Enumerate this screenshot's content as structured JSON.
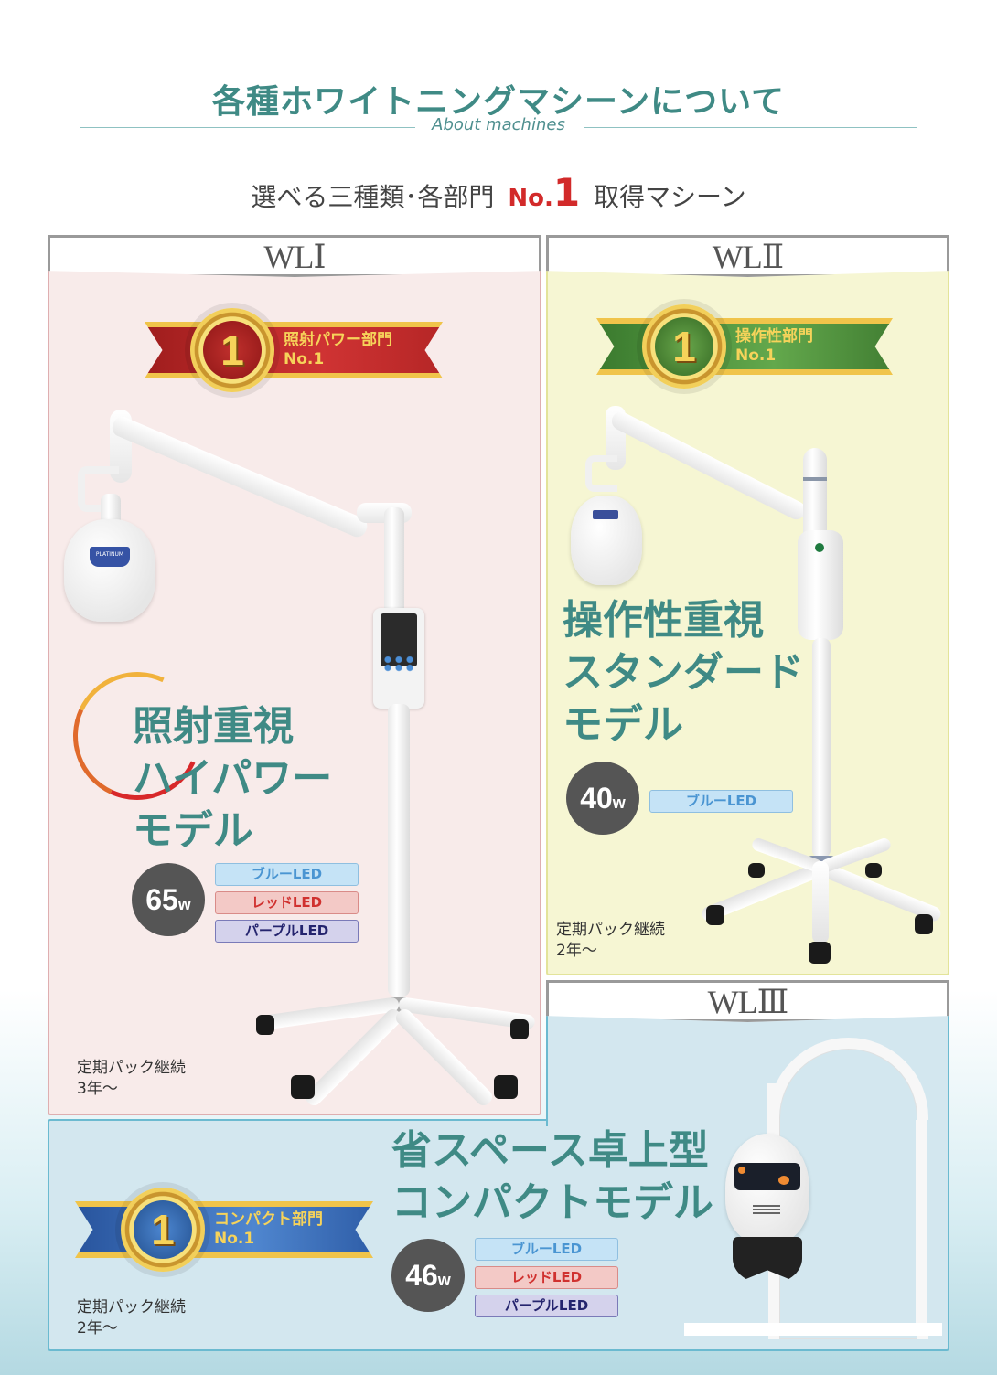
{
  "header": {
    "title": "各種ホワイトニングマシーンについて",
    "subtitle": "About machines",
    "tagline_prefix": "選べる三種類･各部門",
    "tagline_no": "No.",
    "tagline_one": "1",
    "tagline_suffix": "取得マシーン"
  },
  "colors": {
    "title_teal": "#3f8a85",
    "no1_red": "#d22a2a",
    "panel_wl1_bg": "#f8ebea",
    "panel_wl2_bg": "#f6f6d3",
    "panel_wl3_bg": "#d3e7ef"
  },
  "machines": [
    {
      "model": "WLⅠ",
      "badge_icon": "1",
      "badge_line1": "照射パワー部門",
      "badge_line2": "No.1",
      "badge_color": "red",
      "catch_lines": [
        "照射重視",
        "ハイパワー",
        "モデル"
      ],
      "watt_value": "65",
      "watt_unit": "w",
      "leds": [
        "ブルーLED",
        "レッドLED",
        "パープルLED"
      ],
      "contract_line1": "定期パック継続",
      "contract_line2": "3年～",
      "lamp_label": "PLATINUM"
    },
    {
      "model": "WLⅡ",
      "badge_icon": "1",
      "badge_line1": "操作性部門",
      "badge_line2": "No.1",
      "badge_color": "green",
      "catch_lines": [
        "操作性重視",
        "スタンダード",
        "モデル"
      ],
      "watt_value": "40",
      "watt_unit": "w",
      "leds": [
        "ブルーLED"
      ],
      "contract_line1": "定期パック継続",
      "contract_line2": "2年～"
    },
    {
      "model": "WLⅢ",
      "badge_icon": "1",
      "badge_line1": "コンパクト部門",
      "badge_line2": "No.1",
      "badge_color": "blue",
      "catch_lines": [
        "省スペース卓上型",
        "コンパクトモデル"
      ],
      "watt_value": "46",
      "watt_unit": "w",
      "leds": [
        "ブルーLED",
        "レッドLED",
        "パープルLED"
      ],
      "contract_line1": "定期パック継続",
      "contract_line2": "2年～"
    }
  ]
}
